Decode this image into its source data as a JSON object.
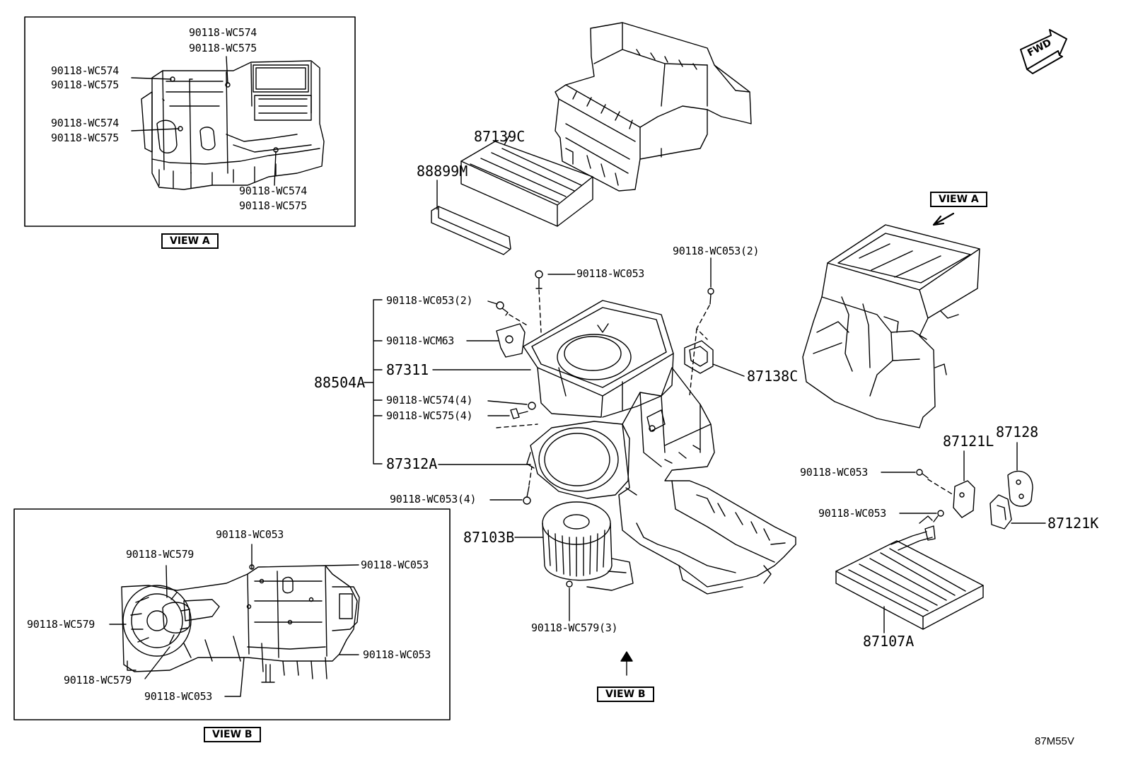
{
  "diagram": {
    "reference_code": "87M55V",
    "fwd_label": "FWD",
    "view_a_label": "VIEW A",
    "view_b_label": "VIEW B",
    "inset_a": {
      "labels": {
        "top1": "90118-WC574",
        "top2": "90118-WC575",
        "left_a1": "90118-WC574",
        "left_a2": "90118-WC575",
        "left_b1": "90118-WC574",
        "left_b2": "90118-WC575",
        "bottom1": "90118-WC574",
        "bottom2": "90118-WC575"
      }
    },
    "inset_b": {
      "labels": {
        "top": "90118-WC053",
        "wc579_top": "90118-WC579",
        "right_top": "90118-WC053",
        "wc579_left": "90118-WC579",
        "right_bottom": "90118-WC053",
        "wc579_bottom": "90118-WC579",
        "bottom": "90118-WC053"
      }
    },
    "parts": {
      "p87139C": "87139C",
      "p88899M": "88899M",
      "p90118_WC053_top": "90118-WC053",
      "p90118_WC053_2_left": "90118-WC053(2)",
      "p90118_WC053_2_right": "90118-WC053(2)",
      "p90118_WCM63": "90118-WCM63",
      "p87311": "87311",
      "p88504A": "88504A",
      "p87138C": "87138C",
      "p90118_WC574_4": "90118-WC574(4)",
      "p90118_WC575_4": "90118-WC575(4)",
      "p87312A": "87312A",
      "p90118_WC053_4": "90118-WC053(4)",
      "p87103B": "87103B",
      "p90118_WC579_3": "90118-WC579(3)",
      "p87121L": "87121L",
      "p87128": "87128",
      "p90118_WC053_r1": "90118-WC053",
      "p90118_WC053_r2": "90118-WC053",
      "p87121K": "87121K",
      "p87107A": "87107A"
    }
  }
}
